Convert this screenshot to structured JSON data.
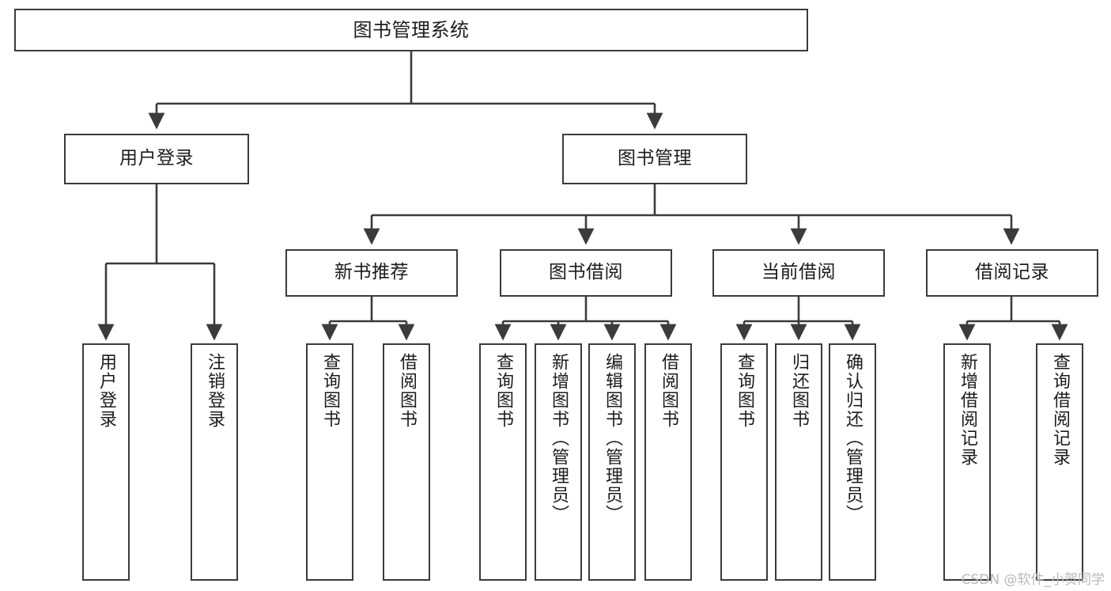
{
  "diagram": {
    "type": "tree-hierarchy",
    "title": "图书管理系统",
    "watermark": "CSDN @软件_小贺同学",
    "colors": {
      "box_border": "#3b3b3b",
      "box_fill": "#ffffff",
      "connector": "#3b3b3b",
      "text": "#1c1c1c",
      "watermark_text": "#b9b9b9"
    },
    "nodes": {
      "root": {
        "label": "图书管理系统"
      },
      "level2": [
        {
          "label": "用户登录"
        },
        {
          "label": "图书管理"
        }
      ],
      "level3": [
        {
          "label": "新书推荐"
        },
        {
          "label": "图书借阅"
        },
        {
          "label": "当前借阅"
        },
        {
          "label": "借阅记录"
        }
      ],
      "leaves": {
        "user_login": [
          {
            "label": "用户登录"
          },
          {
            "label": "注销登录"
          }
        ],
        "new_book_recommend": [
          {
            "label": "查询图书"
          },
          {
            "label": "借阅图书"
          }
        ],
        "book_borrow": [
          {
            "label": "查询图书"
          },
          {
            "label": "新增图书（管理员）"
          },
          {
            "label": "编辑图书（管理员）"
          },
          {
            "label": "借阅图书"
          }
        ],
        "current_borrow": [
          {
            "label": "查询图书"
          },
          {
            "label": "归还图书"
          },
          {
            "label": "确认归还（管理员）"
          }
        ],
        "borrow_record": [
          {
            "label": "新增借阅记录"
          },
          {
            "label": "查询借阅记录"
          }
        ]
      }
    }
  }
}
